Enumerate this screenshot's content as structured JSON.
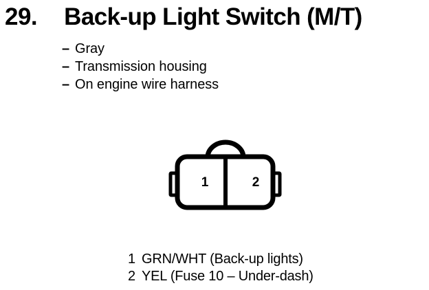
{
  "heading": {
    "number": "29.",
    "title": "Back-up Light Switch (M/T)"
  },
  "bullets": [
    {
      "dash": "–",
      "text": "Gray"
    },
    {
      "dash": "–",
      "text": "Transmission housing"
    },
    {
      "dash": "–",
      "text": "On engine wire harness"
    }
  ],
  "connector": {
    "cavities": [
      {
        "number": "1"
      },
      {
        "number": "2"
      }
    ]
  },
  "legend": [
    {
      "pin": "1",
      "description": "GRN/WHT (Back-up lights)"
    },
    {
      "pin": "2",
      "description": "YEL (Fuse 10 – Under-dash)"
    }
  ],
  "colors": {
    "ink": "#000000",
    "page": "#ffffff"
  }
}
